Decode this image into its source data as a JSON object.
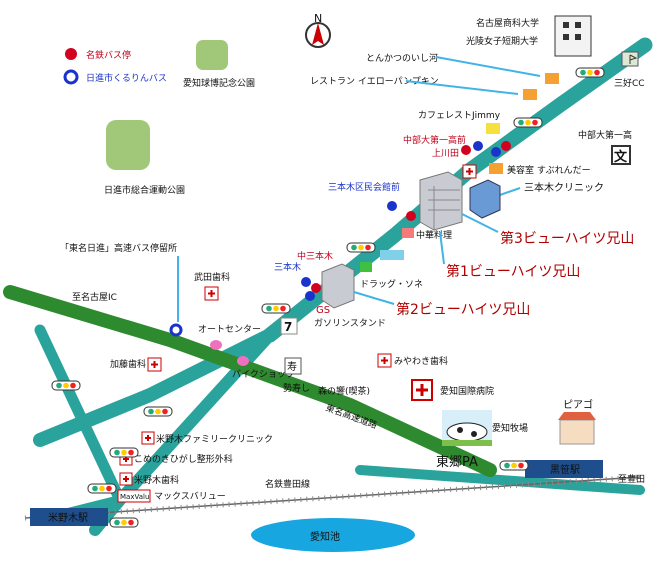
{
  "legend": {
    "meitetsu_bus_stop": "名鉄バス停",
    "nisshin_kururin_bus": "日進市くるりんバス",
    "aichi_expo_park": "愛知球博記念公園",
    "nisshin_sports_park": "日進市総合運動公園"
  },
  "landmarks": {
    "nagoya_shoka_univ_1": "名古屋商科大学",
    "nagoya_shoka_univ_2": "光陵女子短期大学",
    "tonkatsu": "とんかつのいし河",
    "restaurant": "レストラン イエローパンプキン",
    "miyoshi_cc": "三好CC",
    "cafe": "カフェレストJimmy",
    "chubu_daiichi_high": "中部大第一高",
    "chubu_daiichi_mae": "中部大第一高前",
    "kamikawada": "上川田",
    "bus_stop_misc": "美容室 すぶれんだー",
    "sangiku_clinic": "三本木クリニック",
    "sanbongi_minkan": "三本木区民会館前",
    "chinese_food": "中華料理",
    "building3": "第3ビューハイツ兄山",
    "building1": "第1ビューハイツ兄山",
    "building2": "第2ビューハイツ兄山",
    "naka_sanbongi": "中三本木",
    "sanbongi": "三本木",
    "drug_store": "ドラッグ・ソネ",
    "gs": "GS",
    "gasoline": "ガソリンスタンド",
    "tomei_bus": "「東名日進」高速バス停留所",
    "to_nagoya_ic": "至名古屋IC",
    "takeda_dental": "武田歯科",
    "auto_center": "オートセンター",
    "bike_shop": "バイクショップ",
    "kato_dental": "加藤歯科",
    "sushi": "勢寿し",
    "mori_no_hibiki": "森の響(喫茶)",
    "miyawaki_dental": "みやわき歯科",
    "aichi_hospital": "愛知国際病院",
    "tomei_expressway": "東名高速道路",
    "aichi_farm": "愛知牧場",
    "piago": "ピアゴ",
    "yonenoki_family_clinic": "米野木ファミリークリニック",
    "komeno_orthopedic": "こめのきひがし整形外科",
    "yonenoki_dental": "米野木歯科",
    "max_valu_logo": "MaxValu",
    "max_valu": "マックスバリュー",
    "meitetsu_toyota_line": "名鉄豊田線",
    "togo_pa": "東郷PA",
    "kurokasa_station": "黒笹駅",
    "to_toyota": "至豊田",
    "yonenoki_station": "米野木駅",
    "aichi_pond": "愛知池",
    "north": "N"
  },
  "colors": {
    "main_road": "#2aa39c",
    "expressway": "#2e8a2e",
    "pond": "#18a6e0",
    "station_box": "#1e4f8c",
    "callout": "#40b4e6"
  }
}
